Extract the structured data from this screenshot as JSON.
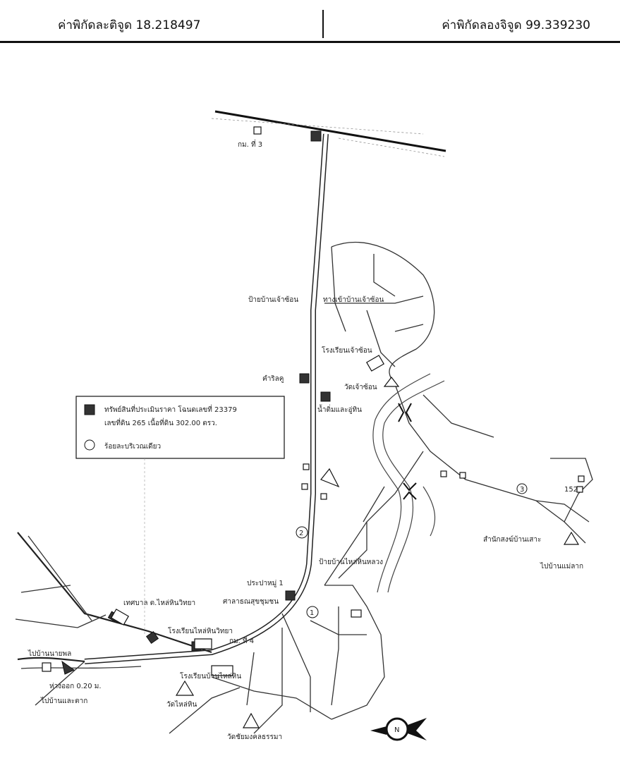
{
  "header": {
    "latitude": "ค่าพิกัดละติจูด 18.218497",
    "longitude": "ค่าพิกัดลองจิจูด 99.339230"
  },
  "legend": {
    "item1_line1": "ทรัพย์สินที่ประเมินราคา โฉนดเลขที่ 23379",
    "item1_line2": "เลขที่ดิน 265 เนื้อที่ดิน 302.00 ตรว.",
    "item2": "ร้อยละบริเวณเดียว"
  },
  "labels": {
    "km3": "กม. ที่ 3",
    "ban_chao_sum": "ป้ายบ้านเจ้าซ้อน",
    "tang_khao_ban": "ทางเข้าบ้านเจ้าซ้อน",
    "school_chao_sum": "โรงเรียนเจ้าซ้อน",
    "kham_lot": "คำริลคู",
    "nam_tim": "น้ำติ่มและอู่ทิน",
    "wat_chao_sum": "วัดเจ้าซ้อน",
    "ban_mai_hin": "ป้ายบ้านไหล่หินหลวง",
    "pracha_bun": "ประปาหมู่ 1",
    "sala_pracha": "ศาลาธณสุขชุมชน",
    "thesaban": "เทศบาล ต.ไหล่หินวิทยา",
    "school_lai_hin": "โรงเรียนไหล่หินวิทยา",
    "school_chum": "โรงเรียนบ้านไหล่หิน",
    "wat_lai_hin": "วัดไหล่หิน",
    "wat_bottom": "วัดชัยมงคลธรรมา",
    "km14": "กม. ที่ 4",
    "office_lai_hin": "สำนักสงฆ์บ้านเสาะ",
    "mon_ban": "ไปบ้านแม่ลาก",
    "sutthi": "ไปบ้านและตาก",
    "phu_pha": "ไปบ้านนายพล",
    "km_bottom": "ห่างออก 0.20 ม.",
    "num1": "1",
    "num2": "2",
    "num3": "3",
    "n152": "152"
  },
  "compass": {
    "label": "N"
  }
}
